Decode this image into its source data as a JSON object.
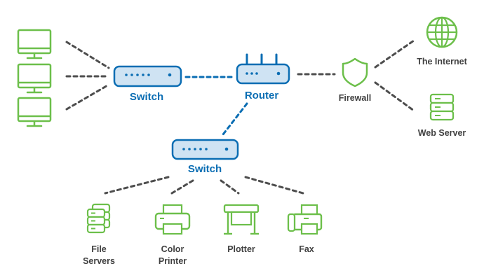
{
  "colors": {
    "blue": "#0a6db3",
    "blue_fill": "#cfe3f3",
    "green": "#6cbf4a",
    "gray_line": "#4d4d4d",
    "label_gray": "#404040"
  },
  "nodes": {
    "switch_top": {
      "label": "Switch",
      "icon": "switch-icon"
    },
    "router": {
      "label": "Router",
      "icon": "router-icon"
    },
    "switch_bottom": {
      "label": "Switch",
      "icon": "switch-icon"
    },
    "firewall": {
      "label": "Firewall",
      "icon": "shield-icon"
    },
    "internet": {
      "label": "The Internet",
      "icon": "globe-icon"
    },
    "web_server": {
      "label": "Web Server",
      "icon": "server-icon"
    },
    "file_servers": {
      "label_line1": "File",
      "label_line2": "Servers",
      "icon": "server-stack-icon"
    },
    "color_printer": {
      "label_line1": "Color",
      "label_line2": "Printer",
      "icon": "printer-icon"
    },
    "plotter": {
      "label": "Plotter",
      "icon": "plotter-icon"
    },
    "fax": {
      "label": "Fax",
      "icon": "fax-icon"
    },
    "computers": [
      "monitor-icon",
      "monitor-icon",
      "monitor-icon"
    ]
  }
}
